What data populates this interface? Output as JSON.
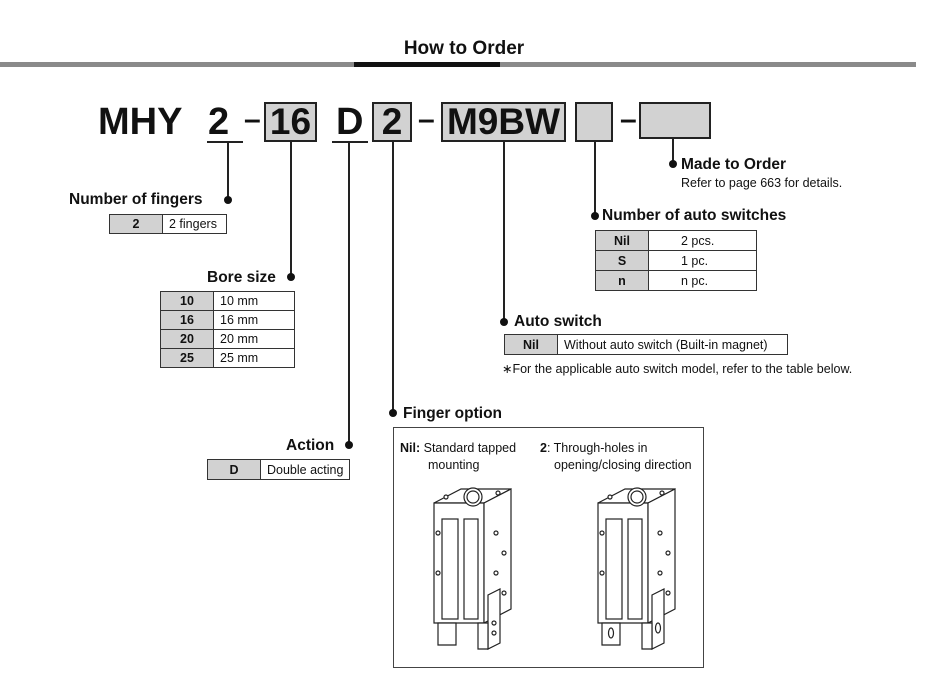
{
  "title": "How to Order",
  "code": {
    "series": "MHY",
    "fingers": "2",
    "bore": "16",
    "action": "D",
    "option": "2",
    "switch": "M9BW",
    "dash": "–"
  },
  "made_to_order": {
    "label": "Made to Order",
    "note": "Refer to page 663 for details."
  },
  "number_of_fingers": {
    "label": "Number of fingers",
    "rows": [
      {
        "code": "2",
        "desc": "2 fingers"
      }
    ]
  },
  "bore_size": {
    "label": "Bore size",
    "rows": [
      {
        "code": "10",
        "desc": "10 mm"
      },
      {
        "code": "16",
        "desc": "16 mm"
      },
      {
        "code": "20",
        "desc": "20 mm"
      },
      {
        "code": "25",
        "desc": "25 mm"
      }
    ]
  },
  "number_of_auto_switches": {
    "label": "Number of auto switches",
    "rows": [
      {
        "code": "Nil",
        "desc": "2 pcs."
      },
      {
        "code": "S",
        "desc": "1 pc."
      },
      {
        "code": "n",
        "desc": "n pc."
      }
    ]
  },
  "auto_switch": {
    "label": "Auto switch",
    "rows": [
      {
        "code": "Nil",
        "desc": "Without auto switch (Built-in magnet)"
      }
    ],
    "note": "∗For the applicable auto switch model, refer to the table below."
  },
  "action": {
    "label": "Action",
    "rows": [
      {
        "code": "D",
        "desc": "Double acting"
      }
    ]
  },
  "finger_option": {
    "label": "Finger option",
    "nil_key": "Nil:",
    "nil_line1": "Standard tapped",
    "nil_line2": "mounting",
    "two_key": "2",
    "two_line1": ": Through-holes in",
    "two_line2": "opening/closing direction"
  },
  "colors": {
    "box_fill": "#d2d2d2",
    "rule_gray": "#8a8a8a",
    "ink": "#111111"
  }
}
